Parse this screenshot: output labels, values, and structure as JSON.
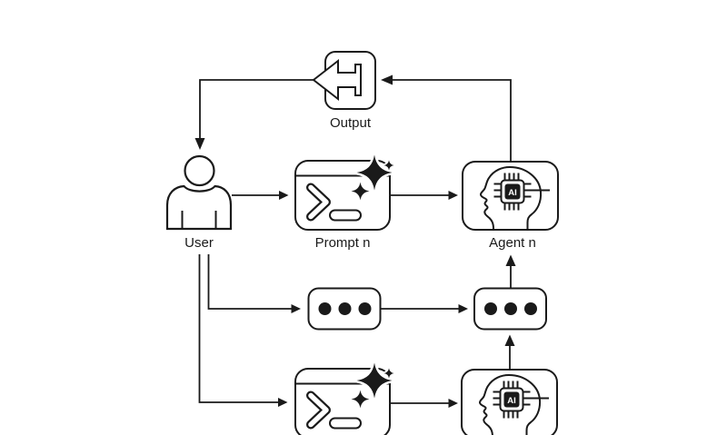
{
  "diagram": {
    "background_color": "#ffffff",
    "line_color": "#1a1a1a",
    "chip_text": "AI",
    "nodes": {
      "output": {
        "label": "Output",
        "icon": "return-arrow"
      },
      "user": {
        "label": "User",
        "icon": "person"
      },
      "prompt_n": {
        "label": "Prompt n",
        "icon": "terminal-sparkle"
      },
      "agent_n": {
        "label": "Agent n",
        "icon": "ai-head-chip"
      },
      "ellipsis_left": {
        "label": "",
        "icon": "ellipsis"
      },
      "ellipsis_right": {
        "label": "",
        "icon": "ellipsis"
      },
      "prompt_1": {
        "label": "",
        "icon": "terminal-sparkle"
      },
      "agent_1": {
        "label": "",
        "icon": "ai-head-chip"
      }
    },
    "edges": [
      {
        "from": "agent_n",
        "to": "output"
      },
      {
        "from": "output",
        "to": "user"
      },
      {
        "from": "user",
        "to": "prompt_n"
      },
      {
        "from": "prompt_n",
        "to": "agent_n"
      },
      {
        "from": "user",
        "to": "ellipsis_left"
      },
      {
        "from": "ellipsis_left",
        "to": "ellipsis_right"
      },
      {
        "from": "ellipsis_right",
        "to": "agent_n"
      },
      {
        "from": "user",
        "to": "prompt_1"
      },
      {
        "from": "prompt_1",
        "to": "agent_1"
      },
      {
        "from": "agent_1",
        "to": "ellipsis_right"
      }
    ]
  }
}
